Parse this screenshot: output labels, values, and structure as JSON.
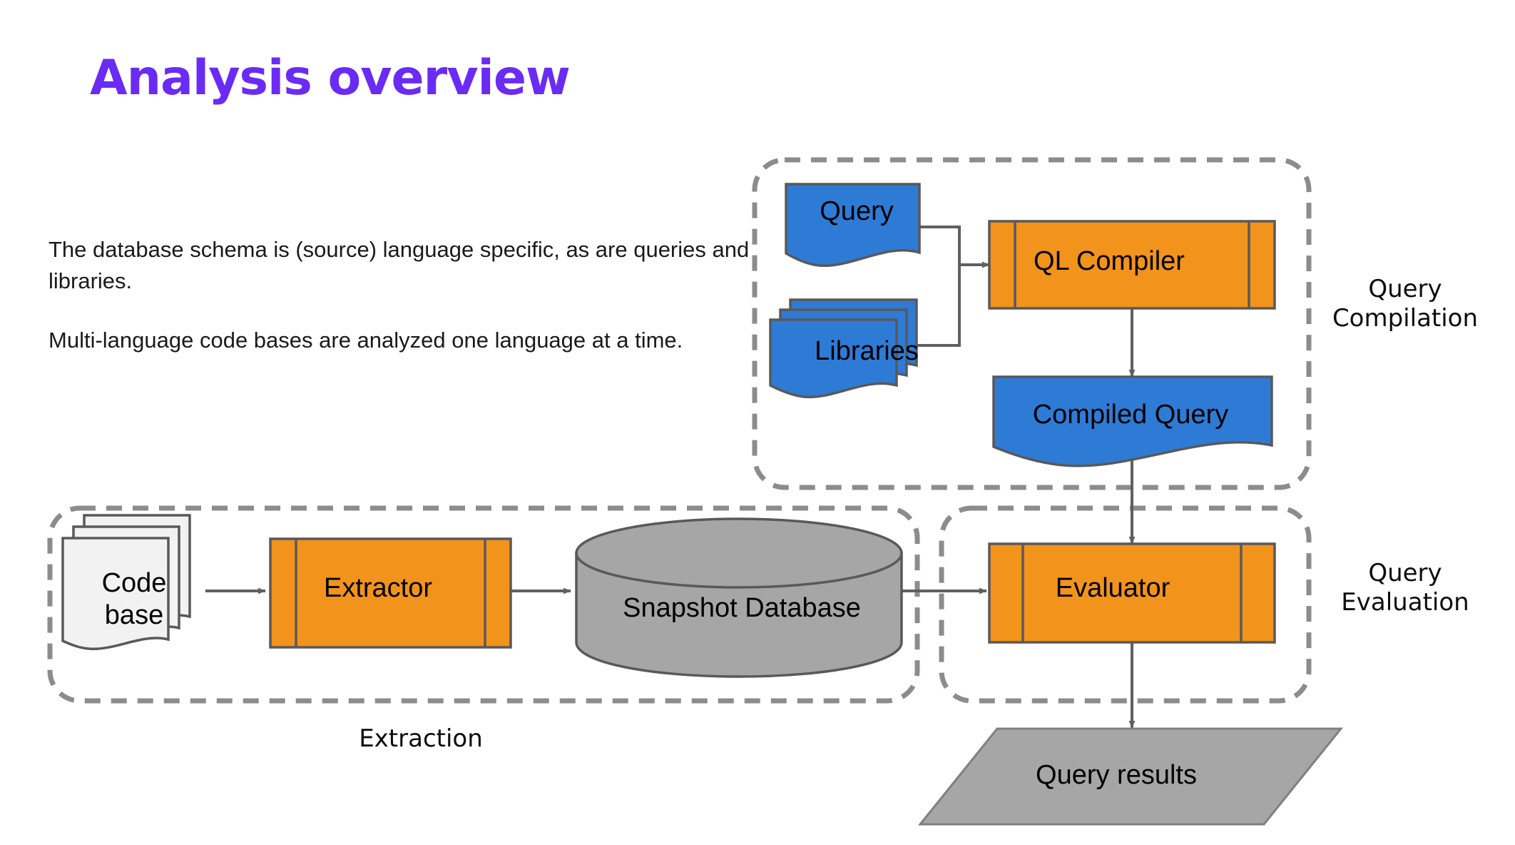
{
  "slide": {
    "title": "Analysis overview",
    "title_color": "#6A2BF5",
    "background": "#ffffff"
  },
  "body": {
    "paragraph_1": "The database schema is (source) language specific, as are queries and libraries.",
    "paragraph_2": "Multi-language code bases are analyzed one language at a time."
  },
  "diagram": {
    "palette": {
      "process_orange": "#F2931C",
      "document_blue": "#2E7BD6",
      "document_gray": "#F2F2F2",
      "data_gray": "#A6A6A6",
      "outline": "#595959",
      "dashed_group": "#8C8C8C",
      "connector": "#606060"
    },
    "groups": [
      {
        "id": "query-compilation",
        "caption": "Query\nCompilation"
      },
      {
        "id": "query-evaluation",
        "caption": "Query\nEvaluation"
      },
      {
        "id": "extraction",
        "caption": "Extraction"
      }
    ],
    "nodes": [
      {
        "id": "query",
        "label": "Query",
        "shape": "document",
        "fill": "#2E7BD6",
        "group": "query-compilation"
      },
      {
        "id": "libraries",
        "label": "Libraries",
        "shape": "multi-document",
        "fill": "#2E7BD6",
        "group": "query-compilation"
      },
      {
        "id": "ql-compiler",
        "label": "QL Compiler",
        "shape": "process",
        "fill": "#F2931C",
        "group": "query-compilation"
      },
      {
        "id": "compiled-query",
        "label": "Compiled Query",
        "shape": "document",
        "fill": "#2E7BD6",
        "group": "query-compilation"
      },
      {
        "id": "evaluator",
        "label": "Evaluator",
        "shape": "process",
        "fill": "#F2931C",
        "group": "query-evaluation"
      },
      {
        "id": "query-results",
        "label": "Query results",
        "shape": "parallelogram",
        "fill": "#A6A6A6",
        "group": null
      },
      {
        "id": "code-base",
        "label": "Code\nbase",
        "shape": "multi-document",
        "fill": "#F2F2F2",
        "group": "extraction"
      },
      {
        "id": "extractor",
        "label": "Extractor",
        "shape": "process",
        "fill": "#F2931C",
        "group": "extraction"
      },
      {
        "id": "snapshot-database",
        "label": "Snapshot Database",
        "shape": "cylinder",
        "fill": "#A6A6A6",
        "group": "extraction"
      }
    ],
    "edges": [
      {
        "from": "query",
        "to": "ql-compiler",
        "style": "elbow"
      },
      {
        "from": "libraries",
        "to": "ql-compiler",
        "style": "elbow"
      },
      {
        "from": "ql-compiler",
        "to": "compiled-query",
        "style": "straight-down"
      },
      {
        "from": "compiled-query",
        "to": "evaluator",
        "style": "straight-down"
      },
      {
        "from": "evaluator",
        "to": "query-results",
        "style": "straight-down"
      },
      {
        "from": "code-base",
        "to": "extractor",
        "style": "straight-right"
      },
      {
        "from": "extractor",
        "to": "snapshot-database",
        "style": "straight-right"
      },
      {
        "from": "snapshot-database",
        "to": "evaluator",
        "style": "straight-right"
      }
    ]
  }
}
